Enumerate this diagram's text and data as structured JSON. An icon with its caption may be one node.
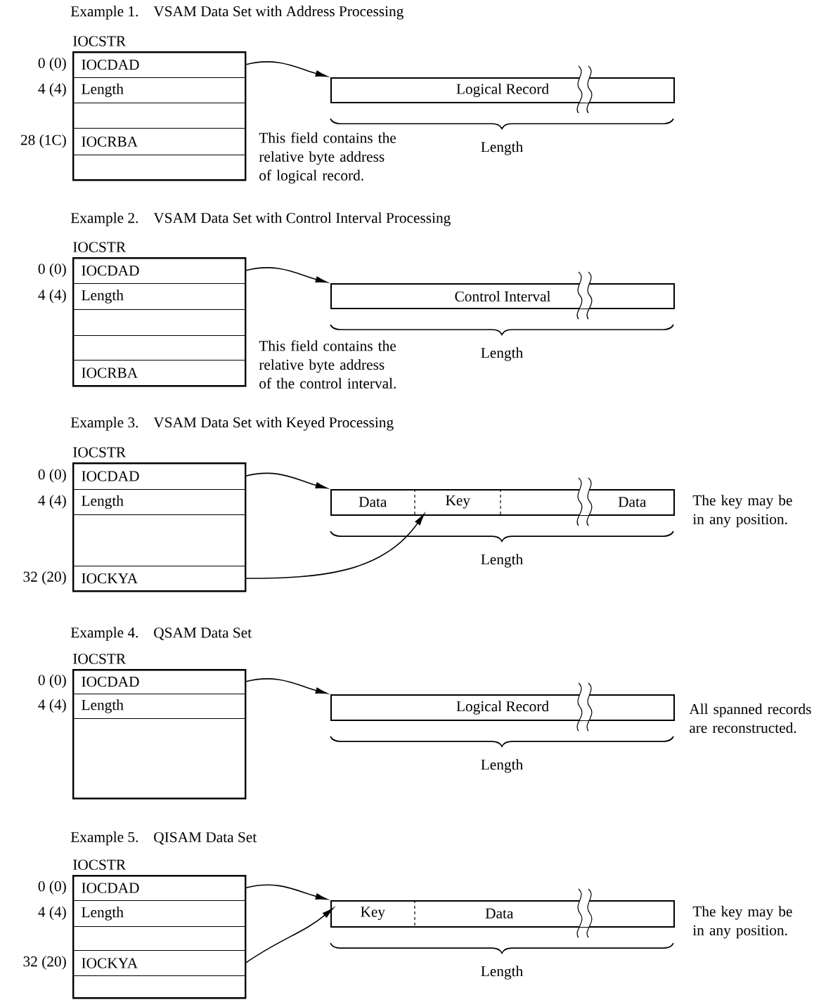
{
  "diagram": {
    "nodes": [
      {
        "text": [
          "IOCSTR"
        ]
      },
      {
        "text": [
          "IOCDAD"
        ],
        "in": 0,
        "beside": [
          "0 (0)"
        ]
      },
      {
        "text": [
          "Length"
        ],
        "in": 0,
        "beside": [
          "4 (4)"
        ]
      },
      {
        "text": [],
        "shape": "box",
        "in": 0
      },
      {
        "text": [
          "IOCRBA"
        ],
        "in": 0,
        "beside": [
          "28 (1C)"
        ]
      },
      {
        "text": [],
        "shape": "box",
        "in": 0
      },
      {
        "text": [
          "Logical Record"
        ],
        "beside": [
          "Length"
        ]
      },
      {
        "text": [
          "IOCSTR"
        ]
      },
      {
        "text": [
          "IOCDAD"
        ],
        "in": 7,
        "beside": [
          "0 (0)"
        ]
      },
      {
        "text": [
          "Length"
        ],
        "in": 7,
        "beside": [
          "4 (4)"
        ]
      },
      {
        "text": [],
        "shape": "box",
        "in": 7
      },
      {
        "text": [],
        "shape": "box",
        "in": 7
      },
      {
        "text": [
          "IOCRBA"
        ],
        "in": 7
      },
      {
        "text": [
          "Control Interval"
        ],
        "beside": [
          "Length"
        ]
      },
      {
        "text": [
          "IOCSTR"
        ]
      },
      {
        "text": [
          "IOCDAD"
        ],
        "in": 14,
        "beside": [
          "0 (0)"
        ]
      },
      {
        "text": [
          "Length"
        ],
        "in": 14,
        "beside": [
          "4 (4)"
        ]
      },
      {
        "text": [],
        "shape": "box",
        "in": 14
      },
      {
        "text": [
          "IOCKYA"
        ],
        "in": 14,
        "beside": [
          "32 (20)"
        ]
      },
      {
        "text": [],
        "shape": "bar",
        "beside": [
          "Length"
        ]
      },
      {
        "text": [
          "Data"
        ],
        "in": 19
      },
      {
        "text": [
          "Key"
        ],
        "in": 19
      },
      {
        "text": [
          "Data"
        ],
        "in": 19
      },
      {
        "text": [
          "IOCSTR"
        ]
      },
      {
        "text": [
          "IOCDAD"
        ],
        "in": 23,
        "beside": [
          "0 (0)"
        ]
      },
      {
        "text": [
          "Length"
        ],
        "in": 23,
        "beside": [
          "4 (4)"
        ]
      },
      {
        "text": [],
        "shape": "box",
        "in": 23
      },
      {
        "text": [
          "Logical Record"
        ],
        "beside": [
          "Length"
        ]
      },
      {
        "text": [
          "IOCSTR"
        ]
      },
      {
        "text": [
          "IOCDAD"
        ],
        "in": 28,
        "beside": [
          "0 (0)"
        ]
      },
      {
        "text": [
          "Length"
        ],
        "in": 28,
        "beside": [
          "4 (4)"
        ]
      },
      {
        "text": [],
        "shape": "box",
        "in": 28
      },
      {
        "text": [
          "IOCKYA"
        ],
        "in": 28,
        "beside": [
          "32 (20)"
        ]
      },
      {
        "text": [],
        "shape": "box",
        "in": 28
      },
      {
        "text": [],
        "shape": "bar",
        "beside": [
          "Length"
        ]
      },
      {
        "text": [
          "Key"
        ],
        "in": 34
      },
      {
        "text": [
          "Data"
        ],
        "in": 34
      }
    ],
    "edges": [
      {
        "from": 1,
        "to": 6,
        "arrow": "to"
      },
      {
        "from": 8,
        "to": 13,
        "arrow": "to"
      },
      {
        "from": 15,
        "to": 19,
        "arrow": "to"
      },
      {
        "from": 18,
        "to": 21,
        "arrow": "to"
      },
      {
        "from": 24,
        "to": 27,
        "arrow": "to"
      },
      {
        "from": 29,
        "to": 34,
        "arrow": "to"
      },
      {
        "from": 32,
        "to": 35,
        "arrow": "to"
      }
    ],
    "labels": [
      "Example 1.",
      "VSAM Data Set with Address Processing",
      "This field contains the relative byte address of logical record.",
      "Example 2.",
      "VSAM Data Set with Control Interval Processing",
      "This field contains the relative byte address of the control interval.",
      "Example 3.",
      "VSAM Data Set with Keyed Processing",
      "The key may be in any position.",
      "Example 4.",
      "QSAM Data Set",
      "All spanned records are reconstructed.",
      "Example 5.",
      "QISAM Data Set",
      "The key may be in any position."
    ]
  }
}
